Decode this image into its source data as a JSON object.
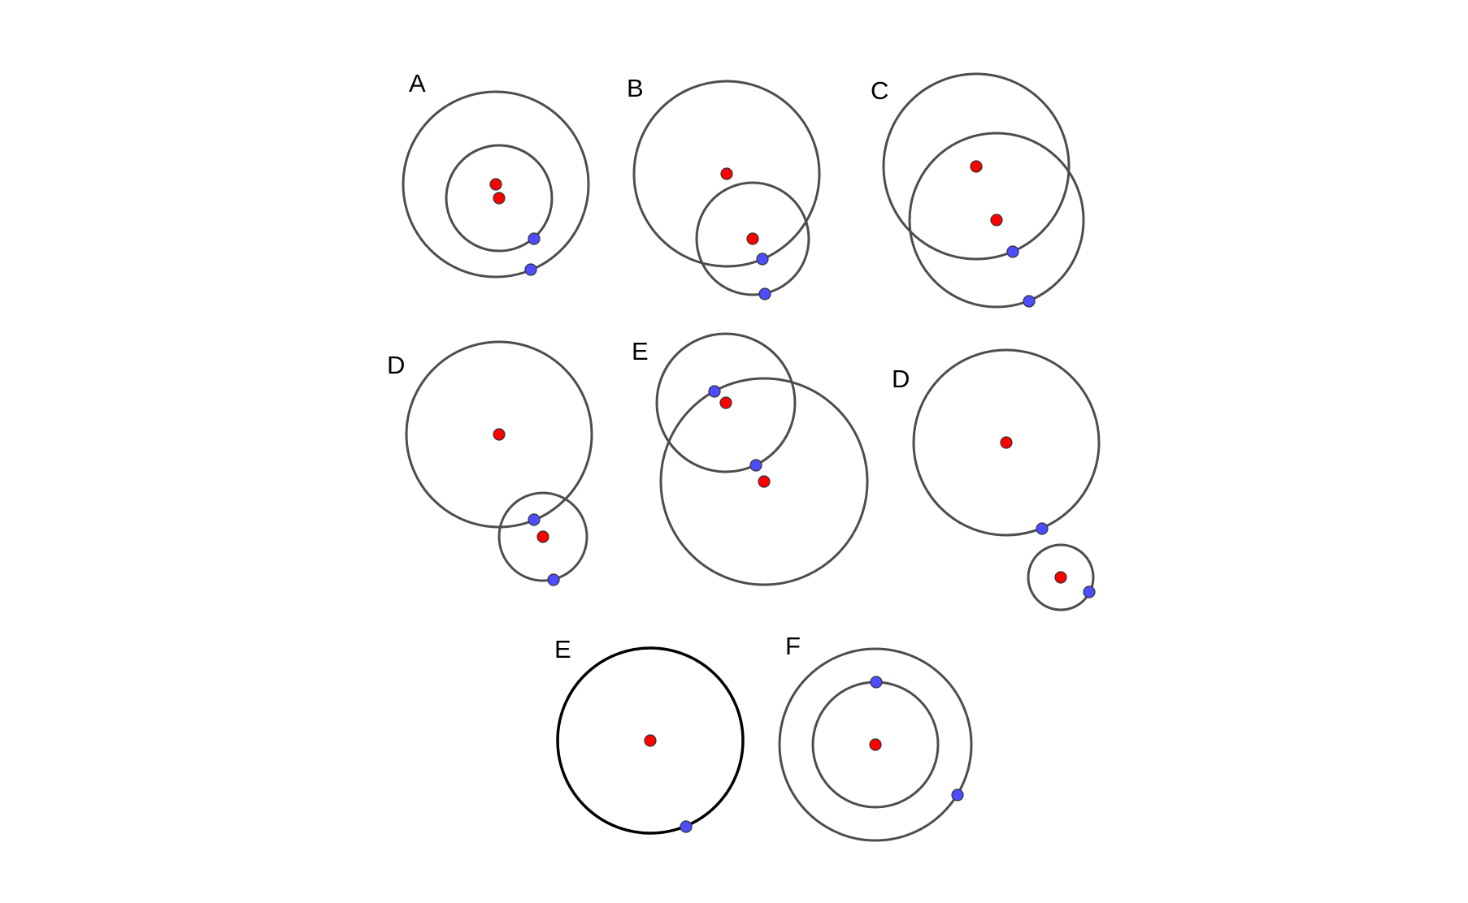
{
  "colors": {
    "background": "#ffffff",
    "circle_stroke": "#4d4d4d",
    "circle_stroke_bold": "#000000",
    "center_point": "#ff0000",
    "radius_point": "#4d4dff"
  },
  "panels": [
    {
      "label": "A"
    },
    {
      "label": "B"
    },
    {
      "label": "C"
    },
    {
      "label": "D"
    },
    {
      "label": "E"
    },
    {
      "label": "D"
    },
    {
      "label": "E"
    },
    {
      "label": "F"
    }
  ]
}
